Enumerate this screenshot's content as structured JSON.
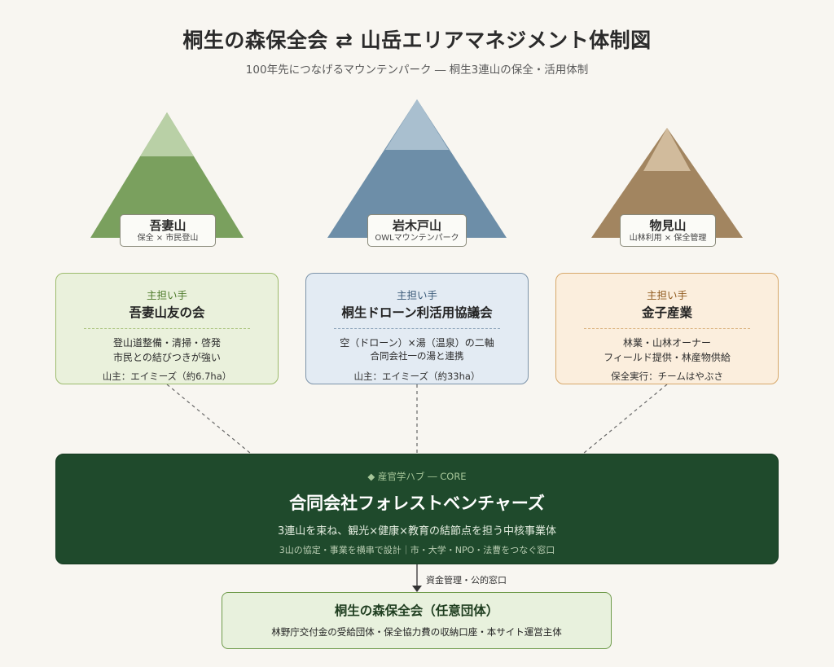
{
  "header": {
    "title": "桐生の森保全会 ⇄ 山岳エリアマネジメント体制図",
    "subtitle": "100年先につなげるマウンテンパーク ― 桐生3連山の保全・活用体制"
  },
  "mountains": [
    {
      "name": "吾妻山",
      "sub": "保全 × 市民登山",
      "color": "#7aa05e",
      "cap_color": "#b9d0a6"
    },
    {
      "name": "岩木戸山",
      "sub": "OWLマウンテンパーク",
      "color": "#6d8ea8",
      "cap_color": "#a9bfcf"
    },
    {
      "name": "物見山",
      "sub": "山林利用 × 保全管理",
      "color": "#a28560",
      "cap_color": "#d1bb9c"
    }
  ],
  "cards": [
    {
      "role": "主担い手",
      "org": "吾妻山友の会",
      "line1": "登山道整備・清掃・啓発",
      "line2": "市民との結びつきが強い",
      "owner": "山主：エイミーズ（約6.7ha）"
    },
    {
      "role": "主担い手",
      "org": "桐生ドローン利活用協議会",
      "line1": "空（ドローン）×湯（温泉）の二軸",
      "line2": "合同会社一の湯と連携",
      "owner": "山主：エイミーズ（約33ha）"
    },
    {
      "role": "主担い手",
      "org": "金子産業",
      "line1": "林業・山林オーナー",
      "line2": "フィールド提供・林産物供給",
      "owner": "保全実行：チームはやぶさ"
    }
  ],
  "core": {
    "tag": "◆ 産官学ハブ ― CORE",
    "name": "合同会社フォレストベンチャーズ",
    "desc": "3連山を束ね、観光×健康×教育の結節点を担う中核事業体",
    "note": "3山の協定・事業を横串で設計｜市・大学・NPO・法曹をつなぐ窓口"
  },
  "link": {
    "label": "資金管理・公的窓口"
  },
  "base": {
    "name": "桐生の森保全会（任意団体）",
    "desc": "林野庁交付金の受給団体・保全協力費の収納口座・本サイト運営主体"
  }
}
